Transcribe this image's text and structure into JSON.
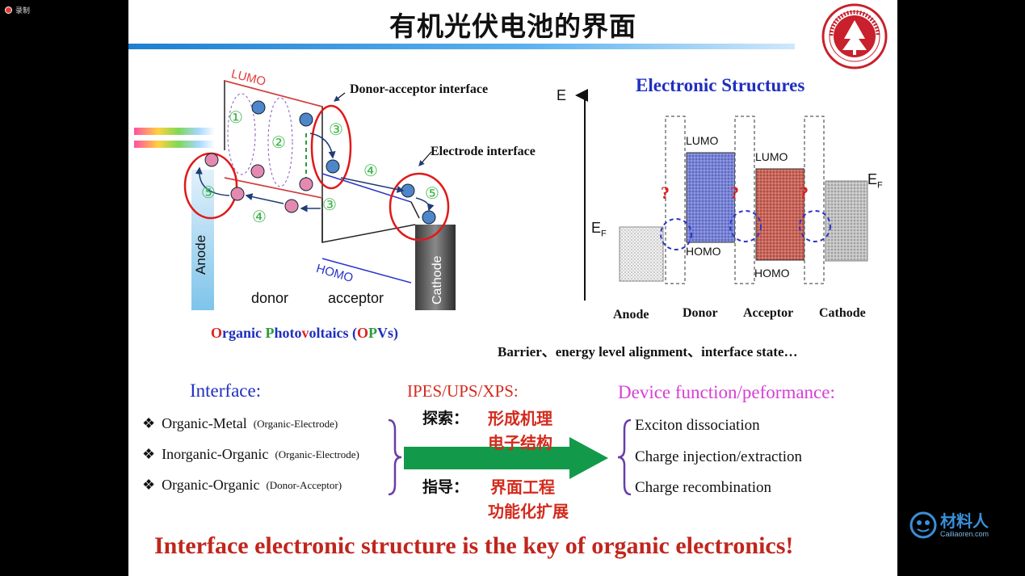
{
  "recording": {
    "label": "录制"
  },
  "slide": {
    "title": "有机光伏电池的界面",
    "left_diagram": {
      "lumo": "LUMO",
      "homo": "HOMO",
      "donor_acceptor_interface": "Donor-acceptor interface",
      "electrode_interface": "Electrode interface",
      "anode": "Anode",
      "donor": "donor",
      "acceptor": "acceptor",
      "cathode": "Cathode",
      "steps": [
        "①",
        "②",
        "③",
        "④",
        "⑤",
        "④",
        "③",
        "⑤"
      ],
      "caption_letters": [
        "O",
        "rganic ",
        "P",
        "hoto",
        "v",
        "oltaics (",
        "O",
        "P",
        "V",
        "s)"
      ]
    },
    "right_diagram": {
      "heading": "Electronic Structures",
      "e_axis": "E",
      "ef_left": "E",
      "ef_right": "E",
      "ef_sub": "F",
      "lumo": "LUMO",
      "homo": "HOMO",
      "question": "?",
      "labels": [
        "Anode",
        "Donor",
        "Acceptor",
        "Cathode"
      ],
      "caption": "Barrier、energy level alignment、interface state…"
    },
    "bottom": {
      "interface_title": "Interface:",
      "items": [
        {
          "main": "Organic-Metal",
          "sub": "(Organic-Electrode)"
        },
        {
          "main": "Inorganic-Organic",
          "sub": "(Organic-Electrode)"
        },
        {
          "main": "Organic-Organic",
          "sub": "(Donor-Acceptor)"
        }
      ],
      "bullet": "❖",
      "methods": "IPES/UPS/XPS:",
      "explore_label": "探索：",
      "explore_1": "形成机理",
      "explore_2": "电子结构",
      "guide_label": "指导：",
      "guide_1": "界面工程",
      "guide_2": "功能化扩展",
      "device_title": "Device function/peformance:",
      "functions": [
        "Exciton dissociation",
        "Charge injection/extraction",
        "Charge recombination"
      ],
      "conclusion": "Interface electronic structure  is the key of organic electronics!"
    }
  },
  "watermark": {
    "text": "材料人",
    "sub": "Cailiaoren.com"
  },
  "colors": {
    "title_bar": "#1e7fd1",
    "conclusion": "#c0261d",
    "interface_blue": "#1f2fbf",
    "device_magenta": "#d63fd6",
    "arrow_green": "#129a4a",
    "method_red": "#d42a1d"
  }
}
